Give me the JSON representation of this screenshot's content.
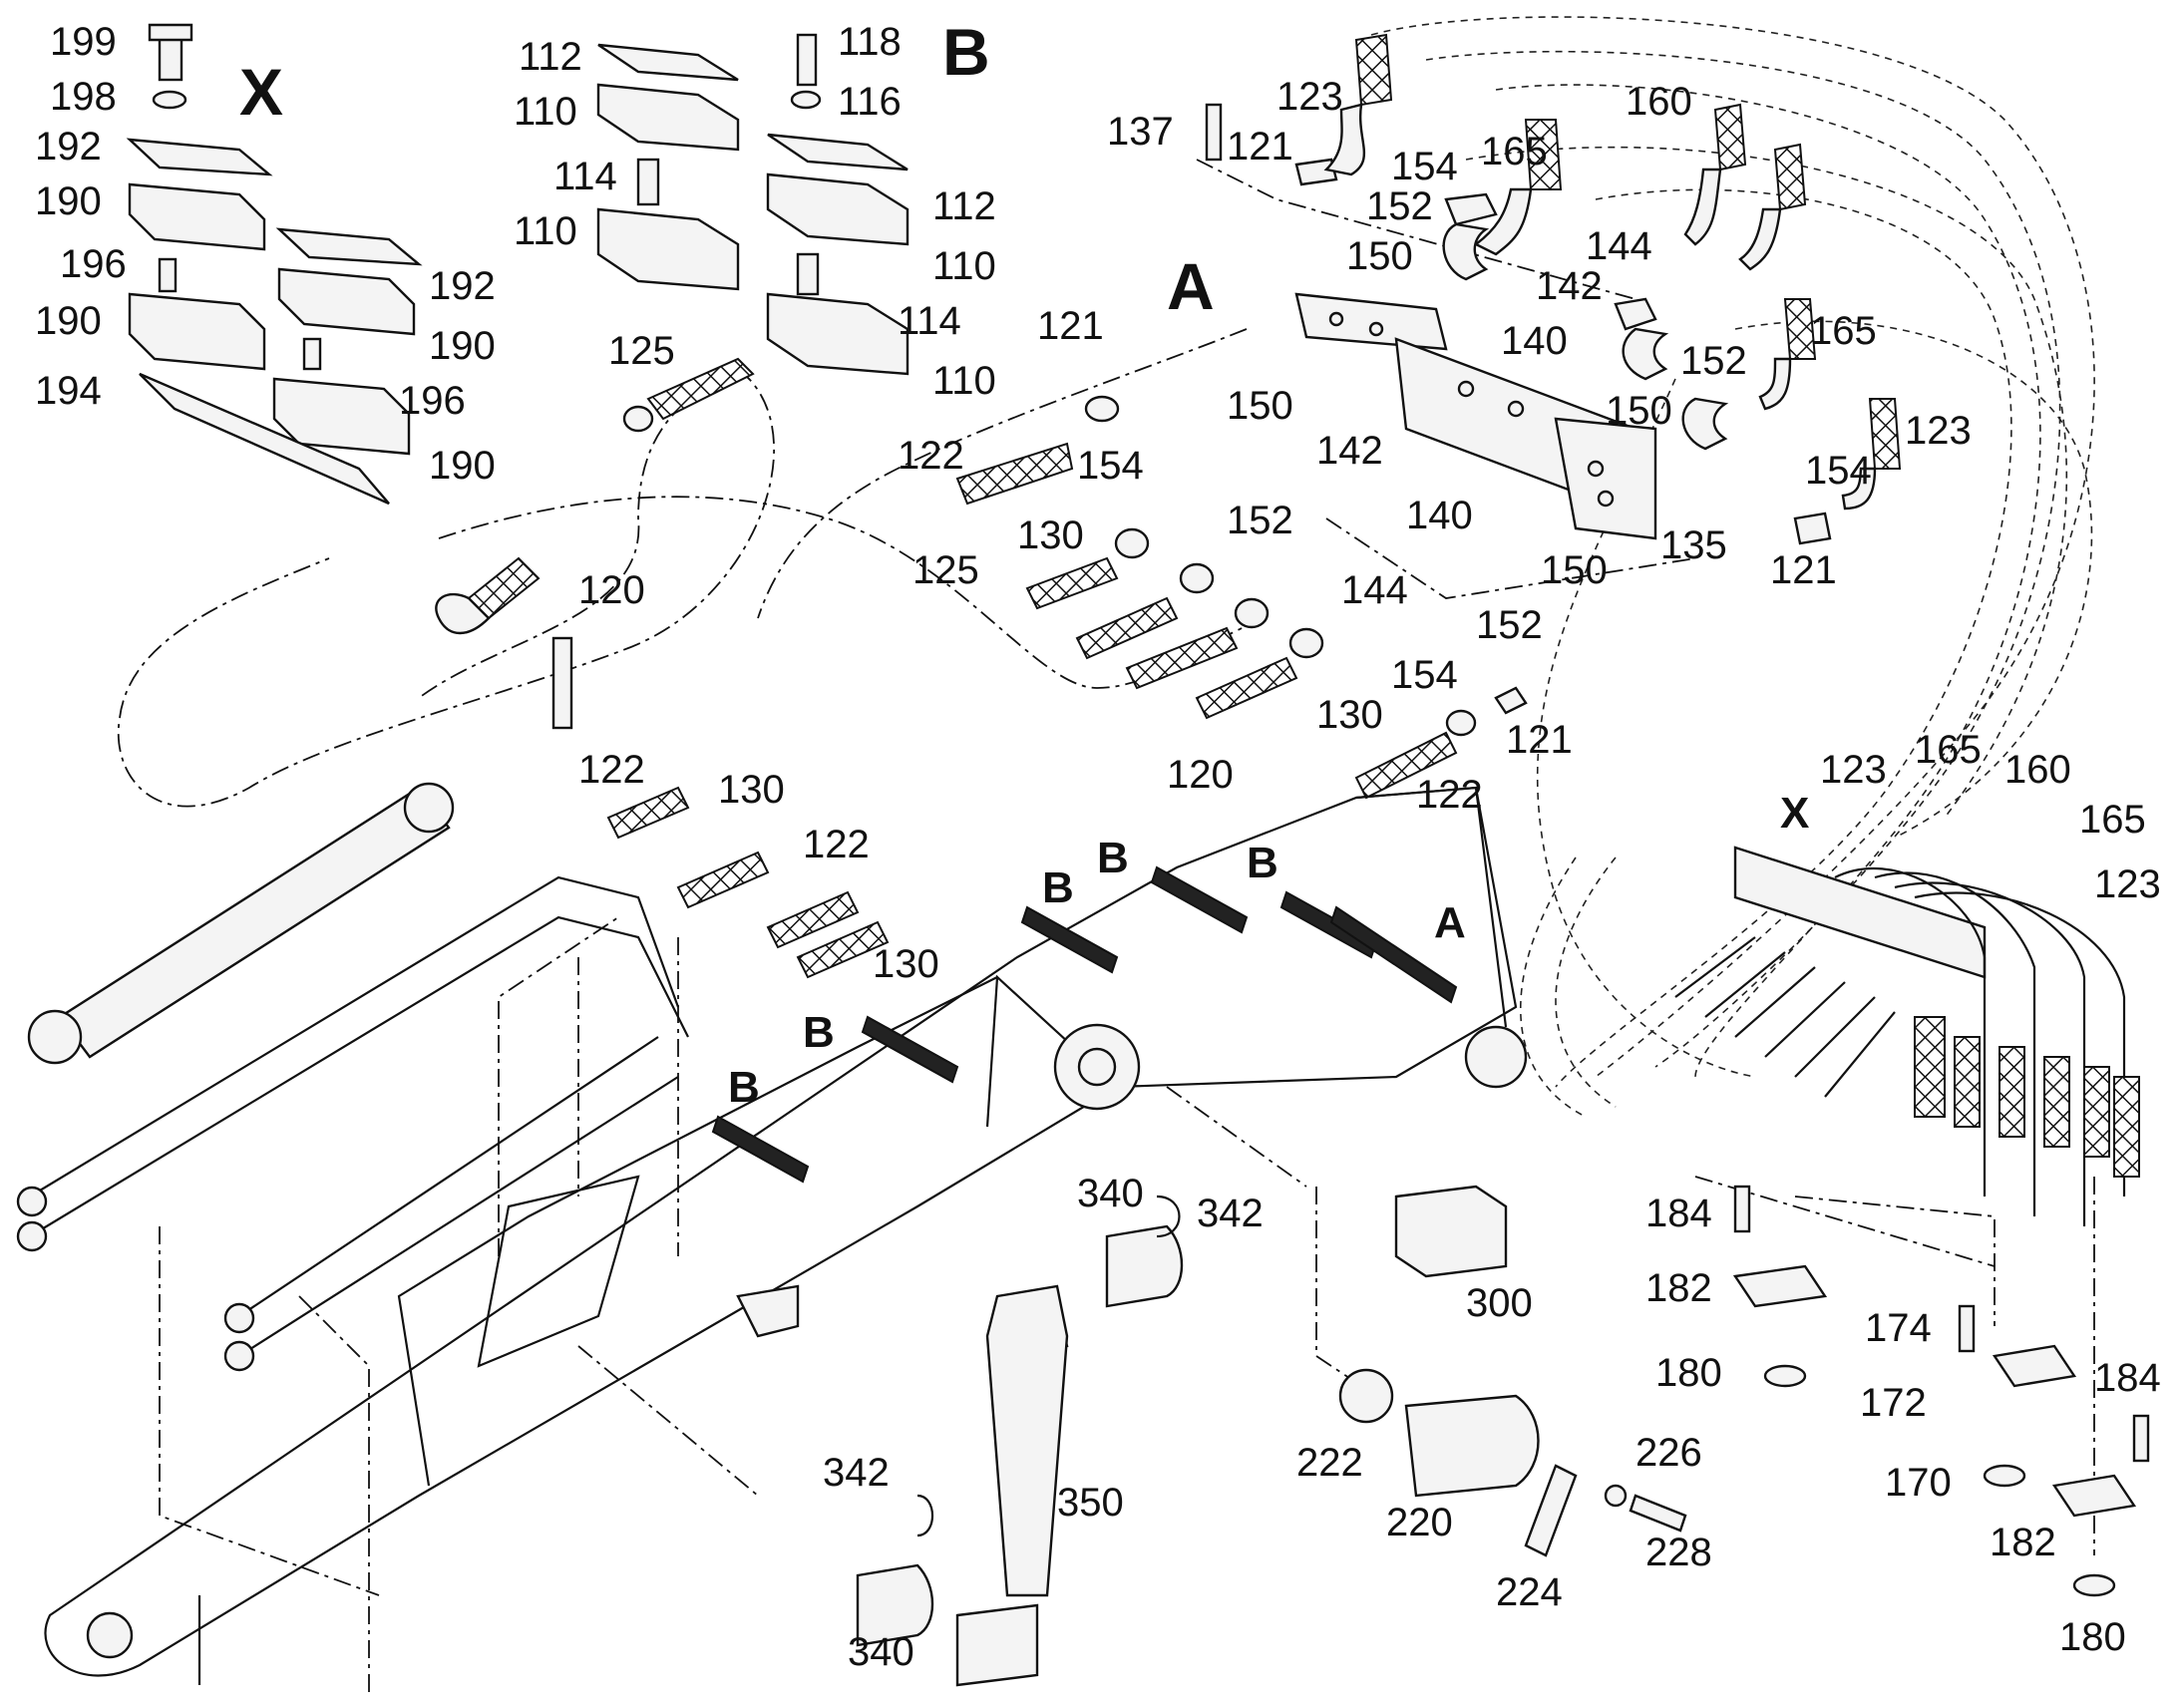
{
  "callouts": {
    "X_top": "X",
    "B_top": "B",
    "A_mid": "A",
    "X_right": "X",
    "B1": "B",
    "B2": "B",
    "B3": "B",
    "B4": "B",
    "B5": "B",
    "A_boom": "A",
    "n199": "199",
    "n198": "198",
    "n192a": "192",
    "n190a": "190",
    "n196a": "196",
    "n190b": "190",
    "n194": "194",
    "n192b": "192",
    "n190c": "190",
    "n196b": "196",
    "n190d": "190",
    "n112a": "112",
    "n110a": "110",
    "n114a": "114",
    "n110b": "110",
    "n118": "118",
    "n116": "116",
    "n112b": "112",
    "n110c": "110",
    "n114b": "114",
    "n110d": "110",
    "n137": "137",
    "n121a": "121",
    "n123a": "123",
    "n154a": "154",
    "n165a": "165",
    "n152a": "152",
    "n160a": "160",
    "n150a": "150",
    "n144a": "144",
    "n142a": "142",
    "n140a": "140",
    "n152b": "152",
    "n165b": "165",
    "n150b": "150",
    "n123b": "123",
    "n154b": "154",
    "n121b": "121",
    "n125a": "125",
    "n121c": "121",
    "n150c": "150",
    "n122a": "122",
    "n154c": "154",
    "n142b": "142",
    "n130a": "130",
    "n152c": "152",
    "n140b": "140",
    "n135": "135",
    "n125b": "125",
    "n144b": "144",
    "n150d": "150",
    "n120a": "120",
    "n152d": "152",
    "n154d": "154",
    "n130b": "130",
    "n120b": "120",
    "n121d": "121",
    "n122b": "122",
    "n122c": "122",
    "n130c": "130",
    "n122d": "122",
    "n130d": "130",
    "n123c": "123",
    "n165c": "165",
    "n160b": "160",
    "n165d": "165",
    "n123d": "123",
    "n184a": "184",
    "n182a": "182",
    "n174": "174",
    "n180a": "180",
    "n172": "172",
    "n184b": "184",
    "n170": "170",
    "n182b": "182",
    "n180b": "180",
    "n340a": "340",
    "n342a": "342",
    "n300": "300",
    "n222": "222",
    "n226": "226",
    "n220": "220",
    "n228": "228",
    "n224": "224",
    "n342b": "342",
    "n350": "350",
    "n340b": "340"
  }
}
